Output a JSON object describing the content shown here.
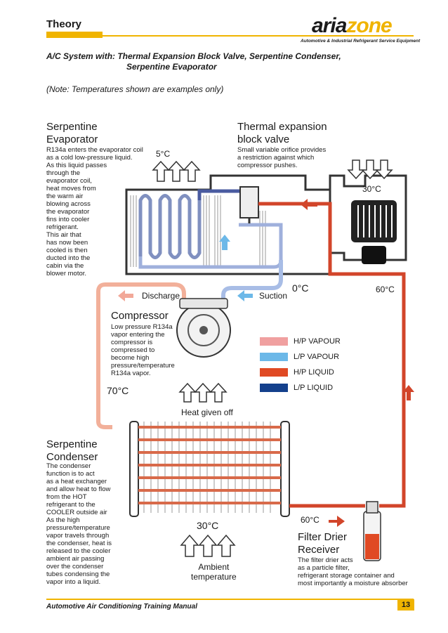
{
  "header": {
    "title": "Theory",
    "logo_part1": "aria",
    "logo_part2": "zone",
    "tagline": "Automotive & Industrial Refrigerant Service Equipment"
  },
  "subtitle_line1": "A/C System with: Thermal Expansion Block Valve, Serpentine Condenser,",
  "subtitle_line2": "Serpentine Evaporator",
  "note": "(Note: Temperatures shown are examples only)",
  "evaporator": {
    "title_line1": "Serpentine",
    "title_line2": "Evaporator",
    "text": [
      "R134a enters the evaporator coil",
      "as a cold low-pressure liquid.",
      "As this liquid passes",
      "through the",
      "evaporator coil,",
      "heat moves from",
      "the warm air",
      "blowing across",
      "the evaporator",
      "fins into cooler",
      "refrigerant.",
      "This air that",
      "has now been",
      "cooled is then",
      "ducted into the",
      "cabin via the",
      " blower motor."
    ],
    "temp": "5°C"
  },
  "valve": {
    "title_line1": "Thermal expansion",
    "title_line2": "block valve",
    "text": [
      "Small variable orifice provides",
      "a restriction against which",
      "compressor pushes."
    ]
  },
  "temps": {
    "fan_temp": "30°C",
    "suction_temp": "0°C",
    "liquid_temp": "60°C",
    "discharge_temp": "70°C",
    "ambient_temp": "30°C",
    "receiver_temp": "60°C"
  },
  "compressor": {
    "discharge_label": "Discharge",
    "suction_label": "Suction",
    "title": "Compressor",
    "text": [
      "Low pressure R134a",
      "vapor entering the",
      "compressor is",
      "compressed to",
      "become high",
      "pressure/temperature",
      "R134a vapor."
    ]
  },
  "legend": [
    {
      "label": "H/P VAPOUR",
      "color": "#f0a0a0"
    },
    {
      "label": "L/P VAPOUR",
      "color": "#6cb8e8"
    },
    {
      "label": "H/P LIQUID",
      "color": "#e04a24"
    },
    {
      "label": "L/P LIQUID",
      "color": "#14408c"
    }
  ],
  "heat_label": "Heat given off",
  "condenser": {
    "title_line1": "Serpentine",
    "title_line2": "Condenser",
    "text": [
      "The condenser",
      "function is to act",
      "as a heat exchanger",
      "and allow heat to flow",
      "from the HOT",
      "refrigerant to the",
      "COOLER outside air",
      "As the high",
      "pressure/temperature",
      "vapor travels through",
      "the condenser, heat is",
      "released to the cooler",
      "ambient air passing",
      "over the condenser",
      " tubes condensing the",
      "vapor into a liquid."
    ]
  },
  "ambient_line1": "Ambient",
  "ambient_line2": "temperature",
  "receiver": {
    "title_line1": "Filter Drier",
    "title_line2": "Receiver",
    "text": [
      "The filter drier acts",
      "as a particle filter,",
      "refrigerant storage container and",
      "most importantly a moisture absorber"
    ]
  },
  "footer": {
    "text": "Automotive Air Conditioning Training Manual",
    "page": "13"
  }
}
